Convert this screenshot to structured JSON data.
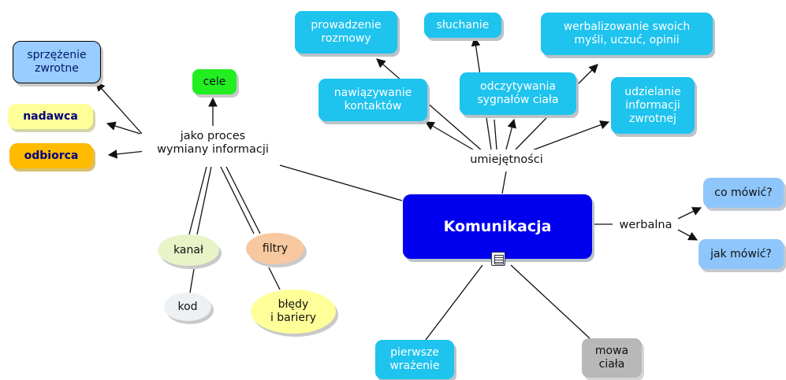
{
  "central": {
    "label": "Komunikacja",
    "note_icon": "note-icon"
  },
  "branches": {
    "process": "jako proces\nwymiany informacji",
    "skills": "umiejętności",
    "verbal": "werbalna"
  },
  "process_children": {
    "feedback": "sprzężenie\nzwrotne",
    "goals": "cele",
    "sender": "nadawca",
    "receiver": "odbiorca",
    "channel": "kanał",
    "code": "kod",
    "filters": "filtry",
    "errors": "błędy\ni bariery"
  },
  "skills_children": {
    "conversation": "prowadzenie\nrozmowy",
    "listening": "słuchanie",
    "verbalizing": "werbalizowanie swoich\nmyśli, uczuć, opinii",
    "contacts": "nawiązywanie\nkontaktów",
    "body_signals": "odczytywania\nsygnałów ciała",
    "giving_feedback": "udzielanie\ninformacji\nzwrotnej"
  },
  "verbal_children": {
    "what": "co mówić?",
    "how": "jak mówić?"
  },
  "bottom": {
    "first_impression": "pierwsze\nwrażenie",
    "body_language": "mowa\nciała"
  },
  "colors": {
    "central": "#0000ee",
    "cyan": "#1ec3ee",
    "goals": "#22ee22",
    "sender": "#ffff99",
    "receiver": "#ffbb00",
    "feedback": "#99ccff",
    "verbal": "#8ec6fb"
  }
}
